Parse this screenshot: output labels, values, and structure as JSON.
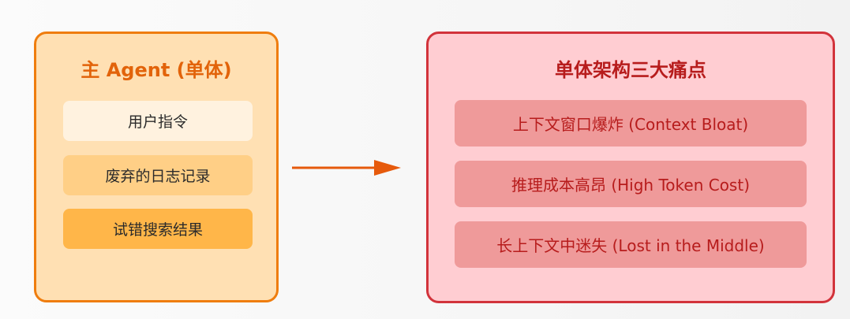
{
  "left": {
    "title": "主 Agent (单体)",
    "steps": [
      "用户指令",
      "废弃的日志记录",
      "试错搜索结果"
    ]
  },
  "right": {
    "title": "单体架构三大痛点",
    "pains": [
      "上下文窗口爆炸 (Context Bloat)",
      "推理成本高昂 (High Token Cost)",
      "长上下文中迷失 (Lost in the Middle)"
    ]
  },
  "colors": {
    "left_border": "#ef7d0e",
    "left_fill": "#ffe0b3",
    "left_title": "#e2630a",
    "arrow": "#e65a0c",
    "right_border": "#d2333b",
    "right_fill": "#ffcdd2",
    "right_title": "#b71c1c",
    "pain_fill": "#ef9a9a"
  }
}
